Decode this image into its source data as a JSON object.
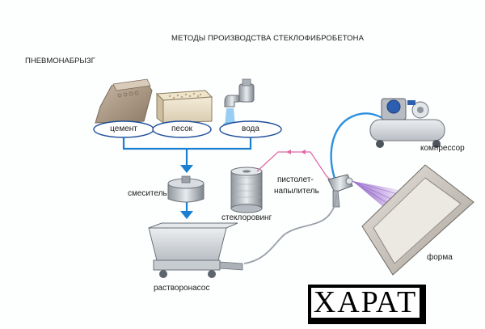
{
  "title": "МЕТОДЫ ПРОИЗВОДСТВА СТЕКЛОФИБРОБЕТОНА",
  "subtitle": "ПНЕВМОНАБРЫЗГ",
  "components": {
    "cement": "цемент",
    "sand": "песок",
    "water": "вода",
    "mixer": "смеситель",
    "roving": "стеклоровинг",
    "gun_line1": "пистолет-",
    "gun_line2": "напылитель",
    "compressor": "компрессор",
    "form": "форма",
    "pump": "растворонасос"
  },
  "watermark": "ХАРАТ",
  "colors": {
    "arrow_blue": "#1a7fd0",
    "hose_blue": "#2c8fe0",
    "fiber_pink": "#e06aa8",
    "spray_violet": "#8e4fc8",
    "pill_border": "#1f4f9a"
  }
}
